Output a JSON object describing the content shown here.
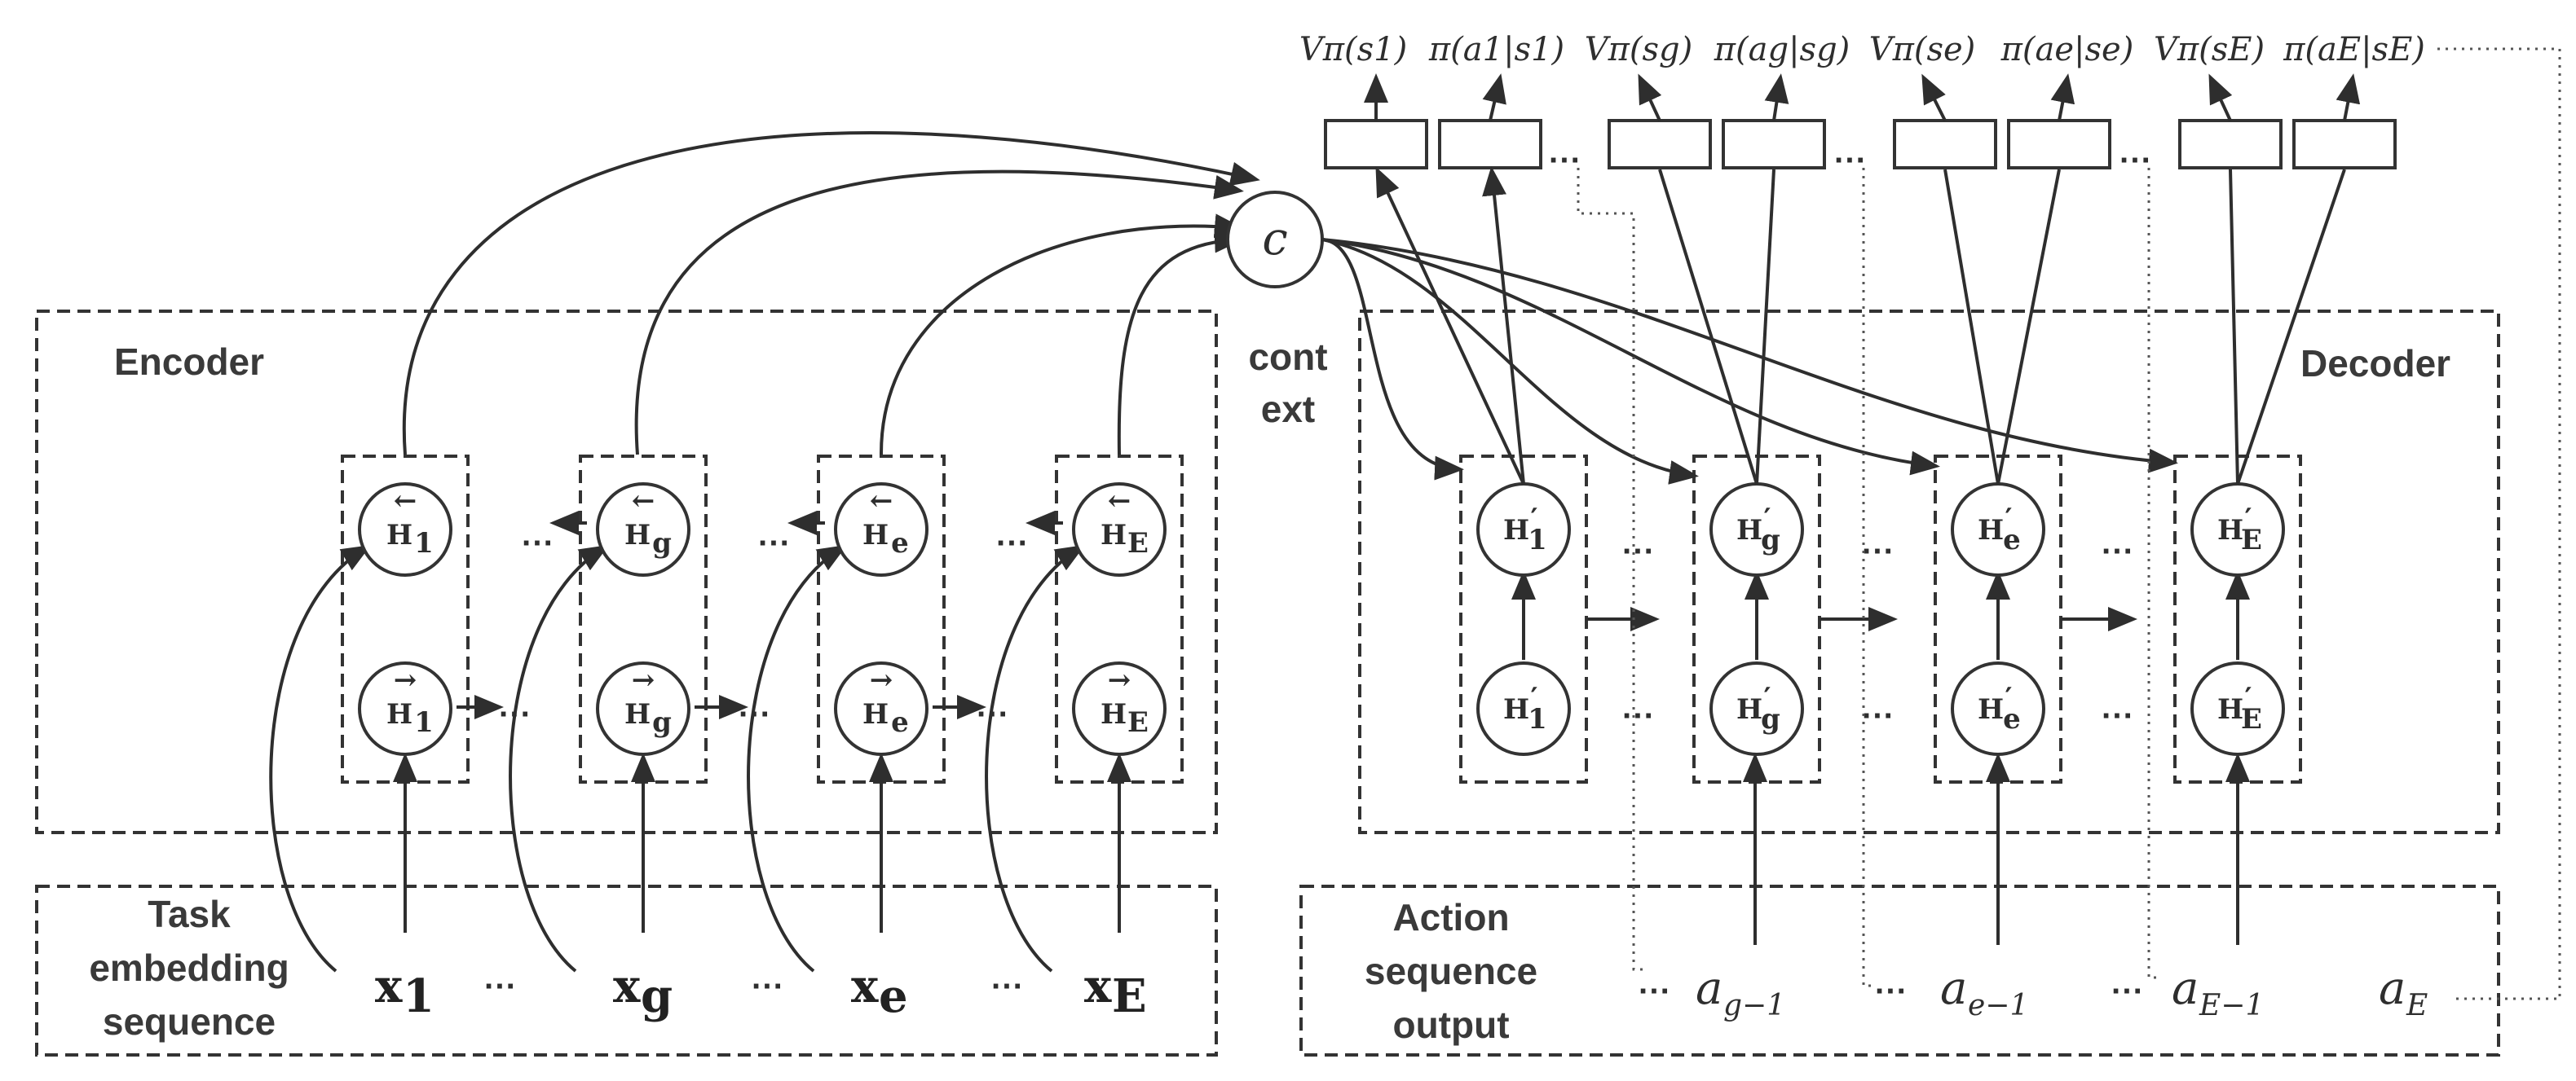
{
  "encoder": {
    "title": "Encoder",
    "backward": [
      "H",
      "H",
      "H",
      "H"
    ],
    "backward_sub": [
      "1",
      "g",
      "e",
      "E"
    ],
    "arrow_left": "←",
    "arrow_right": "→"
  },
  "task": {
    "label": [
      "Task",
      "embedding",
      "sequence"
    ],
    "inputs": [
      "x",
      "x",
      "x",
      "x"
    ],
    "input_sub": [
      "1",
      "g",
      "e",
      "E"
    ],
    "ellipsis": "···"
  },
  "context": {
    "symbol": "c",
    "label": [
      "cont",
      "ext"
    ]
  },
  "decoder": {
    "title": "Decoder",
    "node": "H",
    "prime": "′",
    "subs": [
      "1",
      "g",
      "e",
      "E"
    ]
  },
  "outputs": [
    "V",
    "π",
    "(s",
    "1",
    ")"
  ],
  "heads": [
    {
      "v": "Vπ(s1)",
      "p": "π(a1|s1)"
    },
    {
      "v": "Vπ(sg)",
      "p": "π(ag|sg)"
    },
    {
      "v": "Vπ(se)",
      "p": "π(ae|se)"
    },
    {
      "v": "Vπ(sE)",
      "p": "π(aE|sE)"
    }
  ],
  "action": {
    "label": [
      "Action",
      "sequence",
      "output"
    ],
    "tokens": [
      "a",
      "a",
      "a",
      "a"
    ],
    "token_sub": [
      "g−1",
      "e−1",
      "E−1",
      "E"
    ]
  }
}
